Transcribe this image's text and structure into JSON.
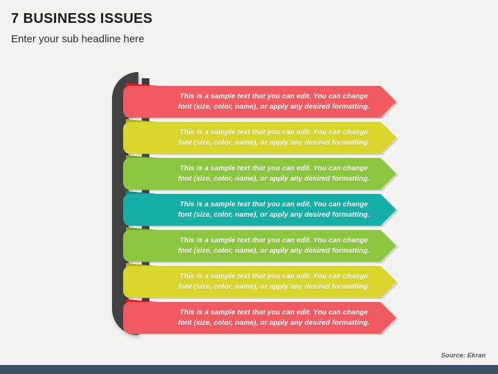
{
  "slide": {
    "background_color": "#f2f2f1",
    "title": "7 BUSINESS ISSUES",
    "subtitle": "Enter your sub headline here",
    "source_note": "Source: Ekran",
    "footer_color": "#3d4f68"
  },
  "diagram": {
    "spine_color": "#414141",
    "connector_color": "#3c3c3c",
    "item_count": 7,
    "items": [
      {
        "index": 1,
        "color": "#f05a60",
        "fold_color": "#e8161f",
        "line1": "This is a sample text that you can edit. You can change",
        "line2": "font (size, color, name), or apply any desired formatting."
      },
      {
        "index": 2,
        "color": "#d9d52a",
        "fold_color": "#b5b018",
        "line1": "This is a sample text that you can edit. You can change",
        "line2": "font (size, color, name), or apply any desired formatting."
      },
      {
        "index": 3,
        "color": "#8cc63e",
        "fold_color": "#6fa52a",
        "line1": "This is a sample text that you can edit. You can change",
        "line2": "font (size, color, name), or apply any desired formatting."
      },
      {
        "index": 4,
        "color": "#16afa8",
        "fold_color": "#0f8f89",
        "line1": "This is a sample text that you can edit. You can change",
        "line2": "font (size, color, name), or apply any desired formatting."
      },
      {
        "index": 5,
        "color": "#8cc63e",
        "fold_color": "#6fa52a",
        "line1": "This is a sample text that you can edit. You can change",
        "line2": "font (size, color, name), or apply any desired formatting."
      },
      {
        "index": 6,
        "color": "#d9d52a",
        "fold_color": "#b5b018",
        "line1": "This is a sample text that you can edit. You can change",
        "line2": "font (size, color, name), or apply any desired formatting."
      },
      {
        "index": 7,
        "color": "#f05a60",
        "fold_color": "#e8161f",
        "line1": "This is a sample text that you can edit. You can change",
        "line2": "font (size, color, name), or apply any desired formatting."
      }
    ]
  }
}
